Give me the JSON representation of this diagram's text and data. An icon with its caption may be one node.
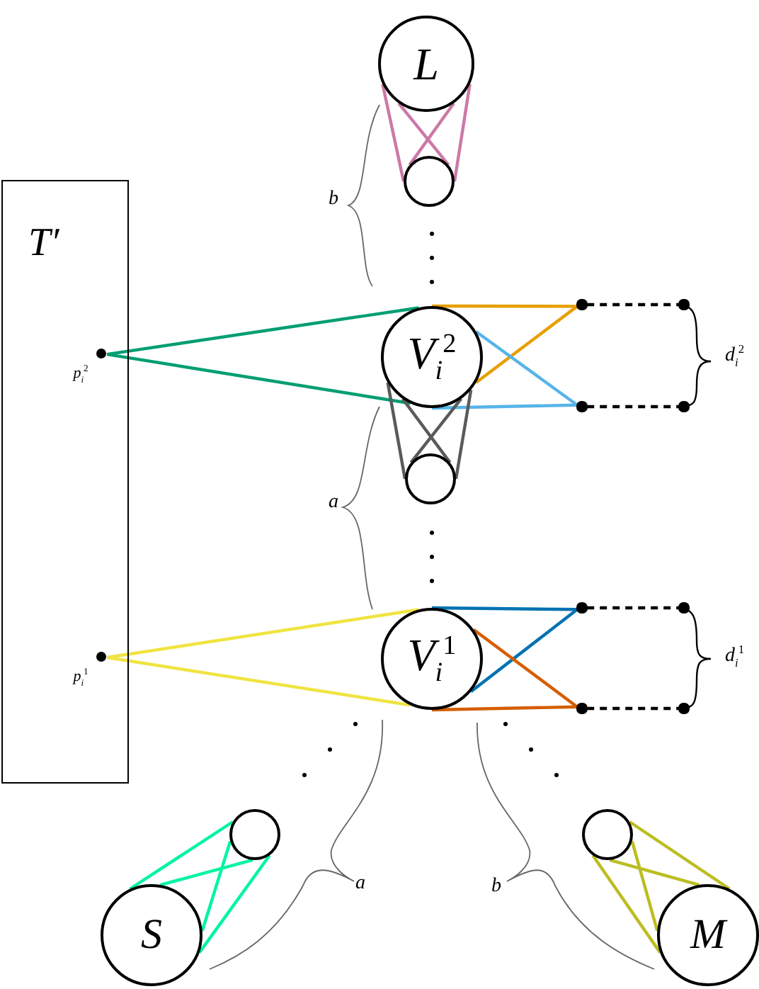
{
  "diagram": {
    "nodes": [
      {
        "text": [
          "T′"
        ]
      },
      {
        "text": [],
        "shape": "dot",
        "in": 0,
        "beside": [
          "p$_{i}$$^{2}$"
        ]
      },
      {
        "text": [],
        "shape": "dot",
        "in": 0,
        "beside": [
          "p$_{i}$$^{1}$"
        ]
      },
      {
        "text": [
          "L"
        ]
      },
      {
        "text": [],
        "shape": "circle"
      },
      {
        "text": [
          "V$_{i}$$^{2}$"
        ]
      },
      {
        "text": [],
        "shape": "circle"
      },
      {
        "text": [
          "V$_{i}$$^{1}$"
        ]
      },
      {
        "text": [],
        "shape": "dot"
      },
      {
        "text": [],
        "shape": "dot"
      },
      {
        "text": [],
        "shape": "dot"
      },
      {
        "text": [],
        "shape": "dot"
      },
      {
        "text": [],
        "shape": "dot"
      },
      {
        "text": [],
        "shape": "dot"
      },
      {
        "text": [],
        "shape": "dot"
      },
      {
        "text": [],
        "shape": "dot"
      },
      {
        "text": [
          "S"
        ]
      },
      {
        "text": [],
        "shape": "circle"
      },
      {
        "text": [],
        "shape": "circle"
      },
      {
        "text": [
          "M"
        ]
      }
    ],
    "edges": [
      {
        "from": 3,
        "to": 4,
        "arrow": "none",
        "color": "#cc79a7"
      },
      {
        "from": 3,
        "to": 4,
        "arrow": "none",
        "color": "#cc79a7"
      },
      {
        "from": 3,
        "to": 4,
        "arrow": "none",
        "color": "#cc79a7"
      },
      {
        "from": 3,
        "to": 4,
        "arrow": "none",
        "color": "#cc79a7"
      },
      {
        "from": 1,
        "to": 5,
        "arrow": "none",
        "color": "#009e73"
      },
      {
        "from": 1,
        "to": 5,
        "arrow": "none",
        "color": "#009e73"
      },
      {
        "from": 5,
        "to": 8,
        "arrow": "none",
        "color": "#e69f00"
      },
      {
        "from": 5,
        "to": 8,
        "arrow": "none",
        "color": "#e69f00"
      },
      {
        "from": 5,
        "to": 10,
        "arrow": "none",
        "color": "#56b4e9"
      },
      {
        "from": 5,
        "to": 10,
        "arrow": "none",
        "color": "#56b4e9"
      },
      {
        "from": 8,
        "to": 9,
        "arrow": "none",
        "style": "dashed",
        "color": "#000000"
      },
      {
        "from": 10,
        "to": 11,
        "arrow": "none",
        "style": "dashed",
        "color": "#000000"
      },
      {
        "from": 5,
        "to": 6,
        "arrow": "none",
        "color": "#5a5a5a"
      },
      {
        "from": 5,
        "to": 6,
        "arrow": "none",
        "color": "#5a5a5a"
      },
      {
        "from": 5,
        "to": 6,
        "arrow": "none",
        "color": "#5a5a5a"
      },
      {
        "from": 5,
        "to": 6,
        "arrow": "none",
        "color": "#5a5a5a"
      },
      {
        "from": 2,
        "to": 7,
        "arrow": "none",
        "color": "#f0e442"
      },
      {
        "from": 2,
        "to": 7,
        "arrow": "none",
        "color": "#f0e442"
      },
      {
        "from": 7,
        "to": 12,
        "arrow": "none",
        "color": "#0072b2"
      },
      {
        "from": 7,
        "to": 12,
        "arrow": "none",
        "color": "#0072b2"
      },
      {
        "from": 7,
        "to": 14,
        "arrow": "none",
        "color": "#d55e00"
      },
      {
        "from": 7,
        "to": 14,
        "arrow": "none",
        "color": "#d55e00"
      },
      {
        "from": 12,
        "to": 13,
        "arrow": "none",
        "style": "dashed",
        "color": "#000000"
      },
      {
        "from": 14,
        "to": 15,
        "arrow": "none",
        "style": "dashed",
        "color": "#000000"
      },
      {
        "from": 16,
        "to": 17,
        "arrow": "none",
        "color": "#00f5a0"
      },
      {
        "from": 16,
        "to": 17,
        "arrow": "none",
        "color": "#00f5a0"
      },
      {
        "from": 16,
        "to": 17,
        "arrow": "none",
        "color": "#00f5a0"
      },
      {
        "from": 16,
        "to": 17,
        "arrow": "none",
        "color": "#00f5a0"
      },
      {
        "from": 19,
        "to": 18,
        "arrow": "none",
        "color": "#bcbd22"
      },
      {
        "from": 19,
        "to": 18,
        "arrow": "none",
        "color": "#bcbd22"
      },
      {
        "from": 19,
        "to": 18,
        "arrow": "none",
        "color": "#bcbd22"
      },
      {
        "from": 19,
        "to": 18,
        "arrow": "none",
        "color": "#bcbd22"
      }
    ],
    "labels": [
      "b",
      "a",
      "d$_{i}$$^{2}$",
      "d$_{i}$$^{1}$",
      "a",
      "b"
    ]
  }
}
